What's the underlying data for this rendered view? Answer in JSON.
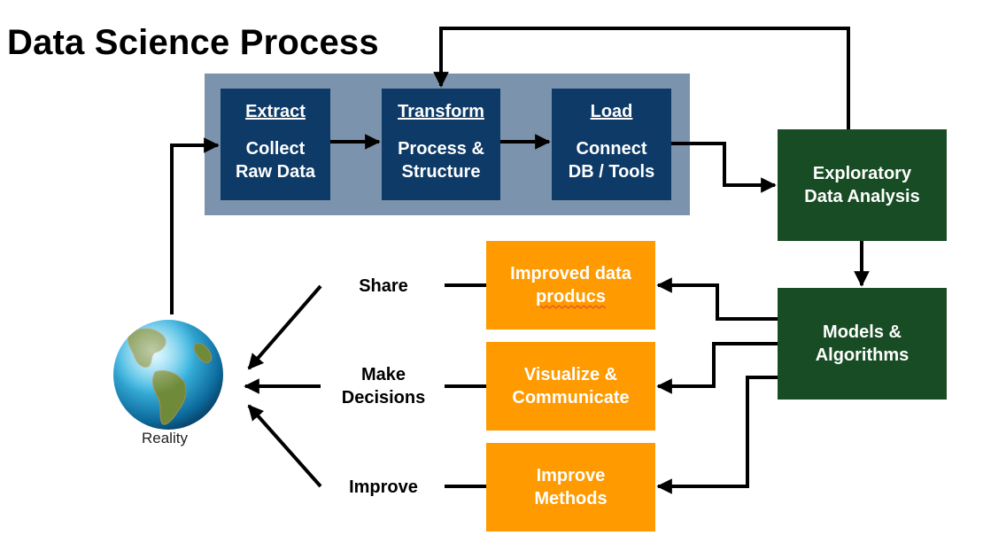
{
  "title": "Data Science Process",
  "etl": [
    {
      "head": "Extract",
      "line1": "Collect",
      "line2": "Raw Data"
    },
    {
      "head": "Transform",
      "line1": "Process &",
      "line2": "Structure"
    },
    {
      "head": "Load",
      "line1": "Connect",
      "line2": "DB / Tools"
    }
  ],
  "eda": {
    "line1": "Exploratory",
    "line2": "Data Analysis"
  },
  "models": {
    "line1": "Models &",
    "line2": "Algorithms"
  },
  "outputs": [
    {
      "line1": "Improved data",
      "line2": "producs"
    },
    {
      "line1": "Visualize &",
      "line2": "Communicate"
    },
    {
      "line1": "Improve",
      "line2": "Methods"
    }
  ],
  "actions": [
    {
      "line1": "Share",
      "line2": ""
    },
    {
      "line1": "Make",
      "line2": "Decisions"
    },
    {
      "line1": "Improve",
      "line2": ""
    }
  ],
  "reality_label": "Reality",
  "colors": {
    "etl_panel": "#7b93ad",
    "etl_box": "#0d3a66",
    "green_box": "#184c24",
    "orange_box": "#ff9a00",
    "arrow": "#000000"
  }
}
